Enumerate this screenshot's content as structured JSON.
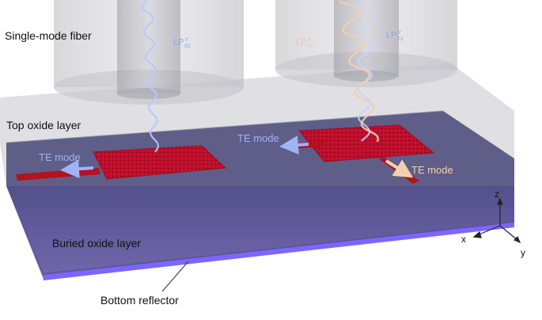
{
  "labels": {
    "fiber": "Single-mode fiber",
    "top_oxide": "Top oxide layer",
    "buried_oxide": "Buried oxide layer",
    "bottom_reflector": "Bottom reflector",
    "te_mode_left": "TE mode",
    "te_mode_center": "TE mode",
    "te_mode_right": "TE mode"
  },
  "fiber_modes": {
    "left": {
      "base": "LP",
      "sup": "Y",
      "sub": "01"
    },
    "right_y": {
      "base": "LP",
      "sup": "Y",
      "sub": "01"
    },
    "right_x": {
      "base": "LP",
      "sup": "X",
      "sub": "01"
    }
  },
  "axes": {
    "x": "x",
    "y": "y",
    "z": "z"
  },
  "colors": {
    "grating": "#c8102e",
    "waveguide": "#b3121e",
    "buried_oxide": "#5a4f92",
    "top_oxide": "#d9d9de",
    "bottom_reflector": "#7b66ff",
    "te_mode_blue": "#9fb3f6",
    "te_mode_orange": "#f3cfae",
    "lp_y_blue": "#8aa7f1",
    "lp_x_orange": "#eec49f"
  }
}
